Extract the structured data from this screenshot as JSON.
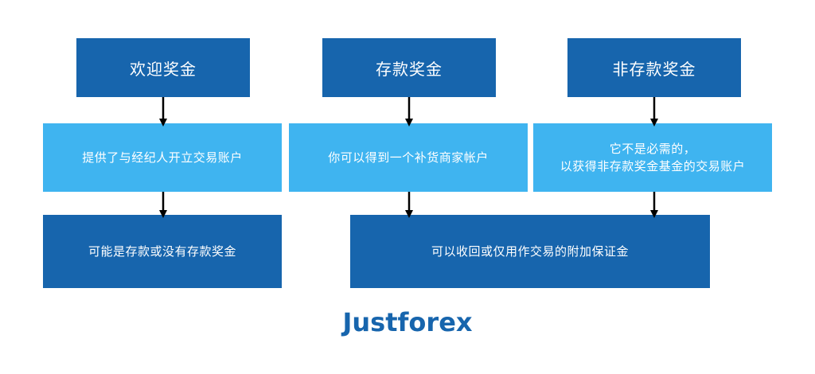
{
  "headers": {
    "welcome": "欢迎奖金",
    "deposit": "存款奖金",
    "no_deposit": "非存款奖金"
  },
  "details": {
    "welcome": "提供了与经纪人开立交易账户",
    "deposit": "你可以得到一个补货商家帐户",
    "no_deposit_line1": "它不是必需的，",
    "no_deposit_line2": "以获得非存款奖金基金的交易账户"
  },
  "outcomes": {
    "welcome": "可能是存款或没有存款奖金",
    "shared": "可以收回或仅用作交易的附加保证金"
  },
  "brand": {
    "logo": "Justforex",
    "primary_color": "#1765ad",
    "secondary_color": "#3fb4f0"
  }
}
